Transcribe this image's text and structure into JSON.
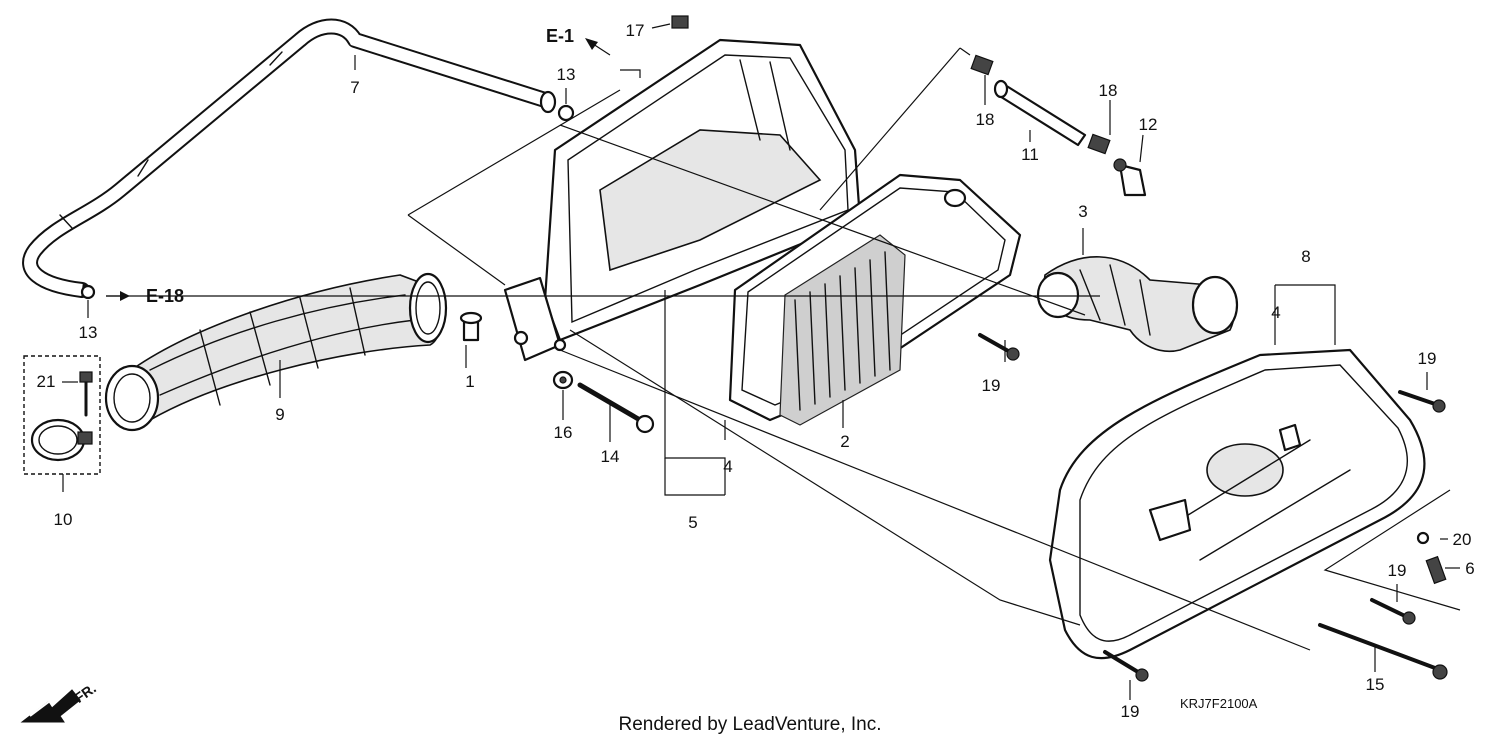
{
  "diagram": {
    "callouts": {
      "p1": "1",
      "p2": "2",
      "p3": "3",
      "p4a": "4",
      "p4b": "4",
      "p5": "5",
      "p6": "6",
      "p7": "7",
      "p8": "8",
      "p9": "9",
      "p10": "10",
      "p11": "11",
      "p12": "12",
      "p13a": "13",
      "p13b": "13",
      "p14": "14",
      "p15": "15",
      "p16": "16",
      "p17": "17",
      "p18a": "18",
      "p18b": "18",
      "p19a": "19",
      "p19b": "19",
      "p19c": "19",
      "p19d": "19",
      "p20": "20",
      "p21": "21"
    },
    "references": {
      "e1": "E-1",
      "e18": "E-18"
    },
    "front_arrow": "FR.",
    "diagram_code": "KRJ7F2100A",
    "credit": "Rendered by LeadVenture, Inc."
  }
}
